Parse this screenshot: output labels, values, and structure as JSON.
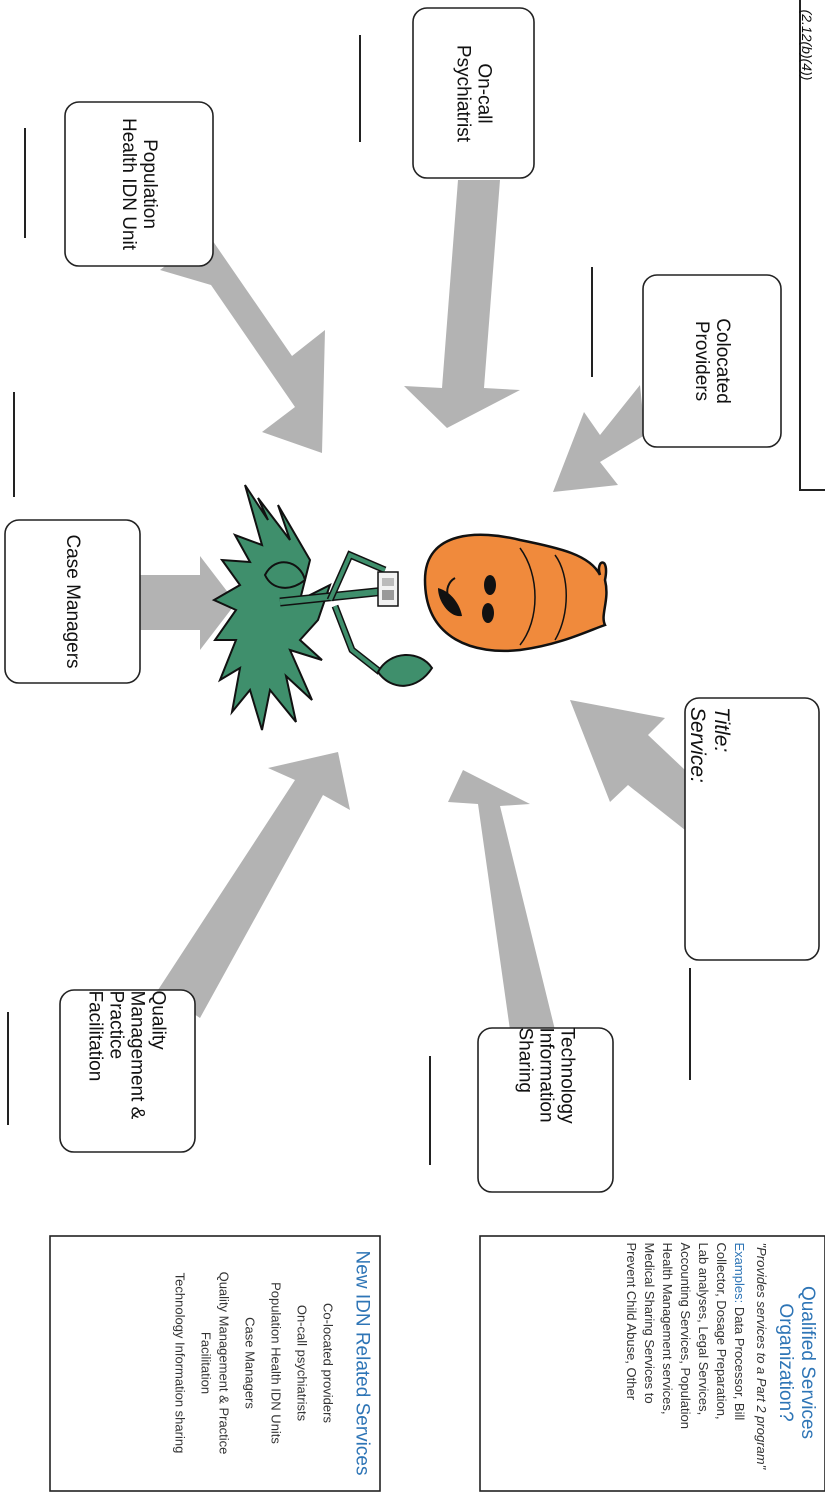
{
  "header_fragment": "(2.12(b)(4))",
  "nodes": {
    "population_health": [
      "Population",
      "Health IDN Unit"
    ],
    "on_call_psychiatrist": [
      "On-call",
      "Psychiatrist"
    ],
    "colocated_providers": [
      "Colocated",
      "Providers"
    ],
    "case_managers": [
      "Case Managers"
    ],
    "title_service": [
      "Title:",
      "Service:"
    ],
    "technology": [
      "Technology",
      "Information",
      "Sharing"
    ],
    "quality": [
      "Quality",
      "Management &",
      "Practice",
      "Facilitation"
    ]
  },
  "qualified_box": {
    "title": "Qualified Services Organization?",
    "quote": "\"Provides services to a Part 2 program\"",
    "examples_label": "Examples:",
    "examples_lines": [
      " Data Processor, Bill",
      "Collector, Dosage Preparation,",
      "Lab analyses, Legal Services,",
      "Accounting Services, Population",
      "Health Management services,",
      "Medical Sharing Services to",
      "Prevent Child Abuse, Other"
    ]
  },
  "new_idn_box": {
    "title": "New IDN Related Services",
    "items": [
      "Co-located providers",
      "On-call psychiatrists",
      "Population Health IDN Units",
      "Case Managers",
      "Quality Management & Practice",
      "Facilitation",
      "Technology Information sharing"
    ]
  },
  "colors": {
    "arrow": "#b3b3b3",
    "box_border": "#222222",
    "accent_blue": "#2e75b6",
    "petal": "#f08a3c",
    "leaf": "#3f8f6c"
  }
}
